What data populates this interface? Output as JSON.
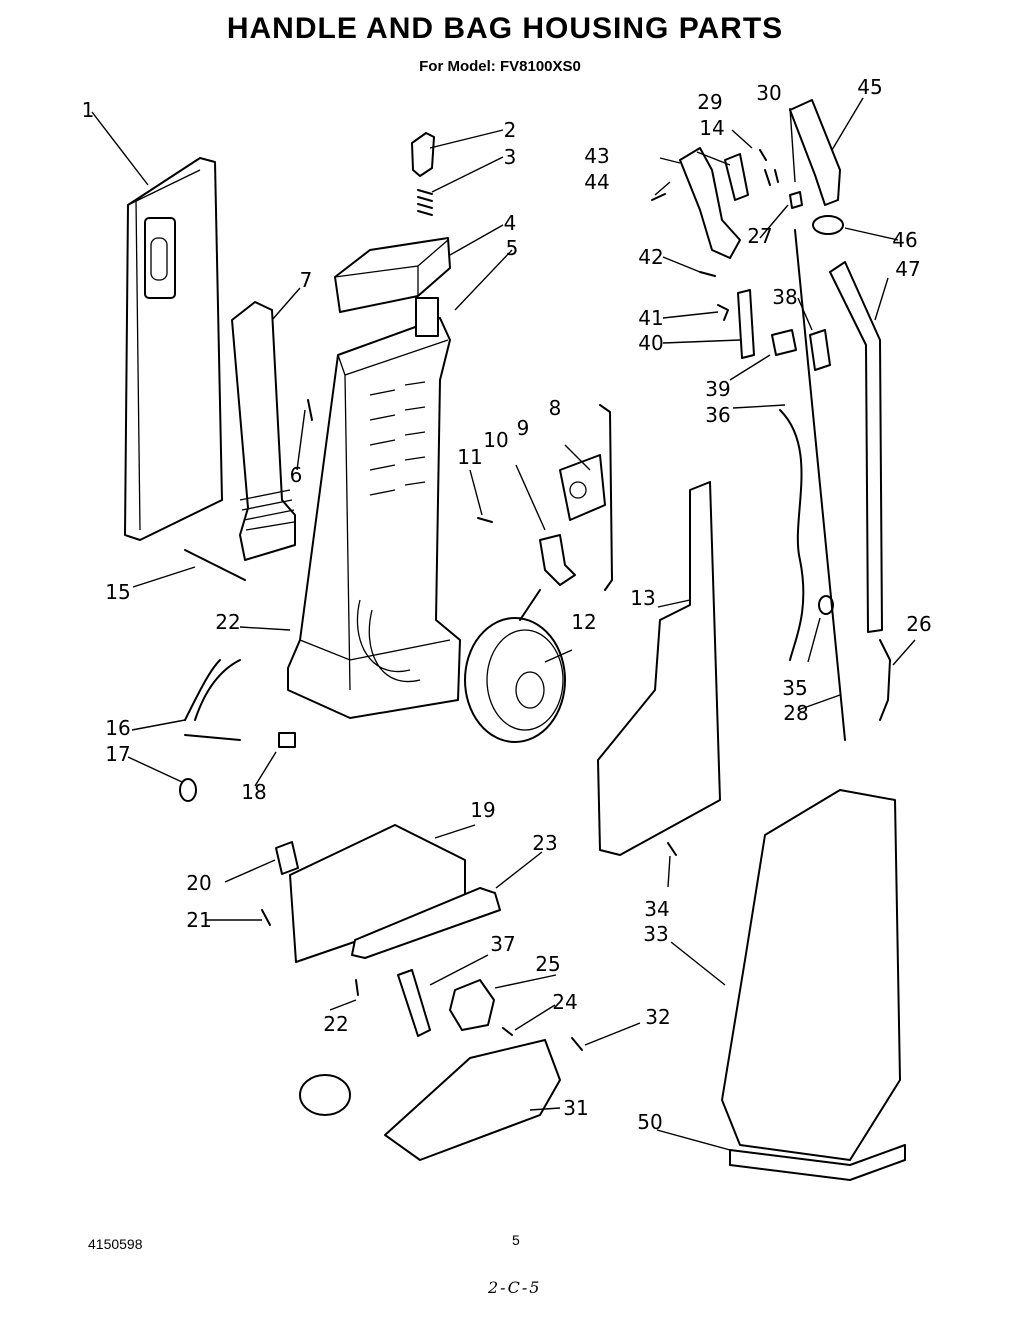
{
  "header": {
    "title": "HANDLE AND BAG HOUSING PARTS",
    "subtitle": "For Model: FV8100XS0"
  },
  "callouts": [
    "1",
    "2",
    "3",
    "4",
    "5",
    "6",
    "7",
    "8",
    "9",
    "10",
    "11",
    "12",
    "13",
    "14",
    "15",
    "16",
    "17",
    "18",
    "19",
    "20",
    "21",
    "22",
    "22",
    "23",
    "24",
    "25",
    "26",
    "27",
    "28",
    "29",
    "30",
    "31",
    "32",
    "33",
    "34",
    "35",
    "36",
    "37",
    "38",
    "39",
    "40",
    "41",
    "42",
    "43",
    "44",
    "45",
    "46",
    "47",
    "50"
  ],
  "footer": {
    "part_number": "4150598",
    "page_number": "5",
    "handwritten_note": "2-C-5"
  }
}
